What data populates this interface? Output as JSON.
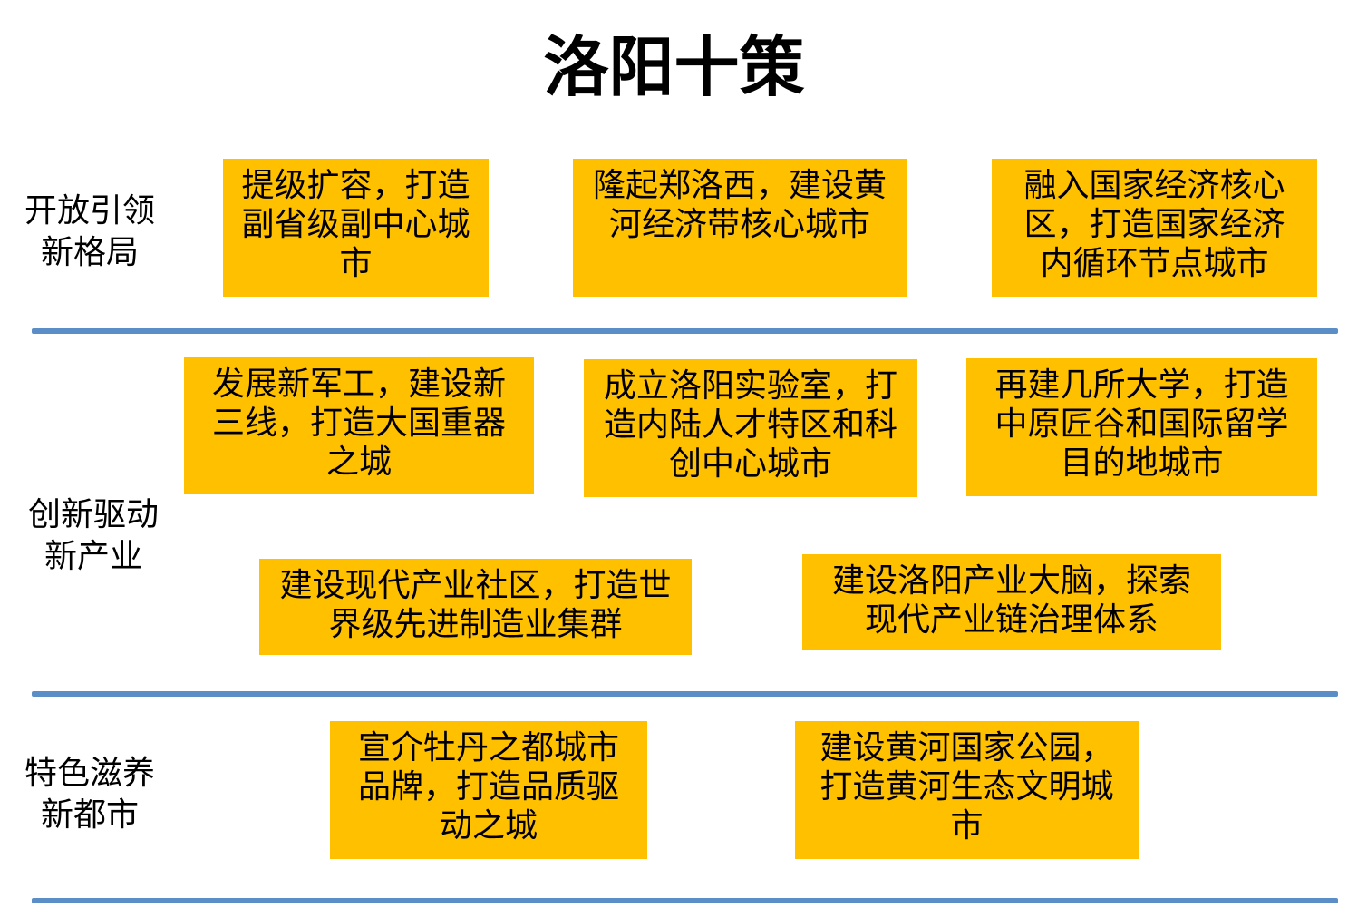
{
  "title": "洛阳十策",
  "sections": [
    {
      "label_line1": "开放引领",
      "label_line2": "新格局",
      "boxes": [
        "提级扩容，打造副省级副中心城市",
        "隆起郑洛西，建设黄河经济带核心城市",
        "融入国家经济核心区，打造国家经济内循环节点城市"
      ]
    },
    {
      "label_line1": "创新驱动",
      "label_line2": "新产业",
      "boxes": [
        "发展新军工，建设新三线，打造大国重器之城",
        "成立洛阳实验室，打造内陆人才特区和科创中心城市",
        "再建几所大学，打造中原匠谷和国际留学目的地城市",
        "建设现代产业社区，打造世界级先进制造业集群",
        "建设洛阳产业大脑，探索现代产业链治理体系"
      ]
    },
    {
      "label_line1": "特色滋养",
      "label_line2": "新都市",
      "boxes": [
        "宣介牡丹之都城市品牌，打造品质驱动之城",
        "建设黄河国家公园，打造黄河生态文明城市"
      ]
    }
  ],
  "colors": {
    "box_fill": "#FFC000",
    "divider": "#5B8DC6"
  }
}
